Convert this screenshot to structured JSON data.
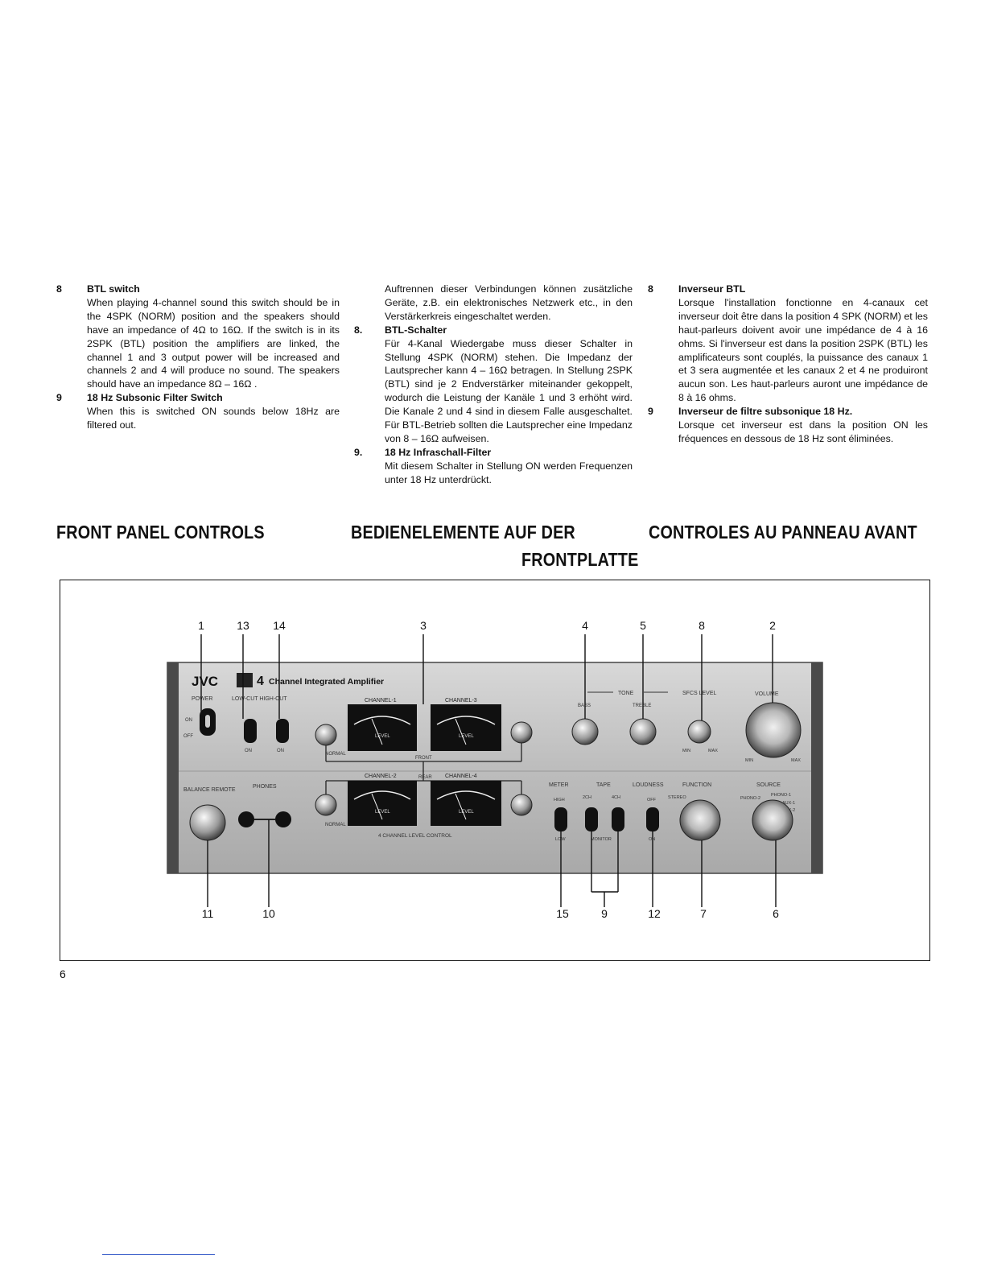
{
  "english": {
    "item8": {
      "number": "8",
      "title": "BTL switch",
      "body": "When playing 4-channel sound this switch should be in the 4SPK (NORM) position and the speakers should have an impedance of 4Ω to 16Ω. If the switch is in its 2SPK (BTL) position the amplifiers are linked, the channel 1 and 3 output power will be increased and channels 2 and 4 will produce no sound. The speakers should have an impedance 8Ω – 16Ω ."
    },
    "item9": {
      "number": "9",
      "title": "18 Hz Subsonic Filter Switch",
      "body": "When this is switched ON sounds below 18Hz are filtered out."
    }
  },
  "german": {
    "continuation": "Auftrennen dieser Verbindungen können zusätzliche Geräte, z.B. ein elektronisches Netzwerk etc., in den Verstärkerkreis eingeschaltet werden.",
    "item8": {
      "number": "8.",
      "title": "BTL-Schalter",
      "body": "Für 4-Kanal Wiedergabe muss dieser Schalter in Stellung 4SPK (NORM) stehen. Die Impedanz der Lautsprecher kann 4 – 16Ω betragen. In Stellung 2SPK (BTL) sind je 2 Endverstärker miteinander gekoppelt, wodurch die Leistung der Kanäle 1 und 3 erhöht wird. Die Kanale 2 und 4 sind in diesem Falle ausgeschaltet. Für BTL-Betrieb sollten die Lautsprecher eine Impedanz von 8 – 16Ω aufweisen."
    },
    "item9": {
      "number": "9.",
      "title": "18 Hz Infraschall-Filter",
      "body": "Mit diesem Schalter in Stellung ON werden Frequenzen unter 18 Hz unterdrückt."
    }
  },
  "french": {
    "item8": {
      "number": "8",
      "title": "Inverseur BTL",
      "body": "Lorsque l'installation fonctionne en 4-canaux cet inverseur doit être dans la position 4 SPK (NORM) et les haut-parleurs doivent avoir une impédance de 4 à 16 ohms. Si l'inverseur est dans la position 2SPK (BTL) les amplificateurs sont couplés, la puissance des canaux 1 et 3 sera augmentée et les canaux 2 et 4 ne produiront aucun son. Les haut-parleurs auront une impédance de 8 à 16 ohms."
    },
    "item9": {
      "number": "9",
      "title": "Inverseur de filtre subsonique 18 Hz.",
      "body": "Lorsque cet inverseur est dans la position ON les fréquences en dessous de 18 Hz sont éliminées."
    }
  },
  "headings": {
    "english": "FRONT PANEL CONTROLS",
    "german_line1": "BEDIENELEMENTE AUF DER",
    "german_line2": "FRONTPLATTE",
    "french": "CONTROLES AU PANNEAU AVANT"
  },
  "figure": {
    "callouts_top": [
      "1",
      "13",
      "14",
      "3",
      "4",
      "5",
      "8",
      "2"
    ],
    "callouts_bottom": [
      "11",
      "10",
      "15",
      "9",
      "12",
      "7",
      "6"
    ],
    "panel": {
      "brand": "JVC",
      "model": "Channel Integrated Amplifier",
      "model_number": "4",
      "power": "POWER",
      "on": "ON",
      "off": "OFF",
      "low_cut_high_cut": "LOW-CUT HIGH-CUT",
      "channel_1": "CHANNEL-1",
      "channel_2": "CHANNEL-2",
      "channel_3": "CHANNEL-3",
      "channel_4": "CHANNEL-4",
      "level": "LEVEL",
      "front": "FRONT",
      "rear": "REAR",
      "normal": "NORMAL",
      "four_channel_level_control": "4 CHANNEL LEVEL CONTROL",
      "tone": "TONE",
      "bass": "BASS",
      "treble": "TREBLE",
      "sfcs_level": "SFCS LEVEL",
      "volume": "VOLUME",
      "balance_remote": "BALANCE REMOTE",
      "phones": "PHONES",
      "meter": "METER",
      "high": "HIGH",
      "low": "LOW",
      "tape": "TAPE",
      "two_ch": "2CH",
      "four_ch": "4CH",
      "monitor": "MONITOR",
      "loudness": "LOUDNESS",
      "function": "FUNCTION",
      "source": "SOURCE",
      "stereo": "STEREO",
      "phono1": "PHONO-1",
      "phono2": "PHONO-2",
      "aux1": "AUX-1",
      "aux2": "AUX-2",
      "min": "MIN",
      "max": "MAX"
    }
  },
  "page_number": "6"
}
